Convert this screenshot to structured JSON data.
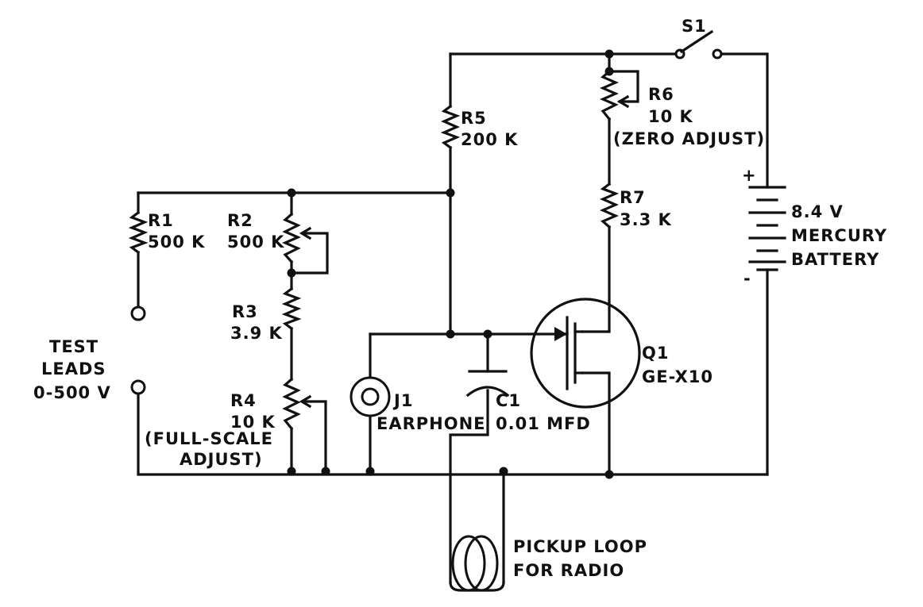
{
  "switch": {
    "label": "S1"
  },
  "r1": {
    "ref": "R1",
    "value": "500 K"
  },
  "r2": {
    "ref": "R2",
    "value": "500 K"
  },
  "r3": {
    "ref": "R3",
    "value": "3.9 K"
  },
  "r4": {
    "ref": "R4",
    "value": "10 K",
    "note1": "(FULL-SCALE",
    "note2": "ADJUST)"
  },
  "r5": {
    "ref": "R5",
    "value": "200 K"
  },
  "r6": {
    "ref": "R6",
    "value": "10 K",
    "note": "(ZERO ADJUST)"
  },
  "r7": {
    "ref": "R7",
    "value": "3.3 K"
  },
  "c1": {
    "ref": "C1",
    "value": "0.01 MFD"
  },
  "j1": {
    "ref": "J1",
    "desc": "EARPHONE"
  },
  "q1": {
    "ref": "Q1",
    "part": "GE-X10"
  },
  "battery": {
    "voltage": "8.4 V",
    "line1": "MERCURY",
    "line2": "BATTERY",
    "plus": "+",
    "minus": "-"
  },
  "test_leads": {
    "line1": "TEST",
    "line2": "LEADS",
    "range": "0-500 V"
  },
  "pickup": {
    "line1": "PICKUP LOOP",
    "line2": "FOR RADIO"
  }
}
